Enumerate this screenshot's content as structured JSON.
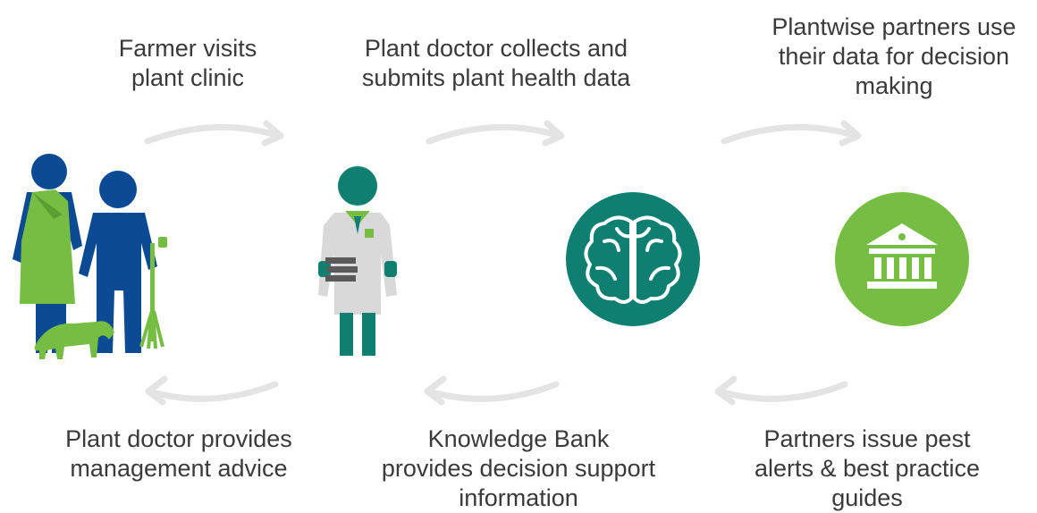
{
  "colors": {
    "green": "#76bd43",
    "teal": "#0f7f72",
    "navy": "#0c4a93",
    "arrow": "#e4e4e4",
    "coat": "#d9d9d9",
    "text": "#3a3a3a"
  },
  "steps_top": [
    {
      "text": "Farmer visits\nplant clinic"
    },
    {
      "text": "Plant doctor collects and\nsubmits plant health data"
    },
    {
      "text": "Plantwise partners use\ntheir data for decision\nmaking"
    }
  ],
  "steps_bottom": [
    {
      "text": "Plant doctor provides\nmanagement advice"
    },
    {
      "text": "Knowledge Bank\nprovides decision support\ninformation"
    },
    {
      "text": "Partners issue pest\nalerts & best practice\nguides"
    }
  ],
  "icons": [
    {
      "name": "farmer-family-icon"
    },
    {
      "name": "plant-doctor-icon"
    },
    {
      "name": "brain-icon"
    },
    {
      "name": "institution-icon"
    }
  ]
}
